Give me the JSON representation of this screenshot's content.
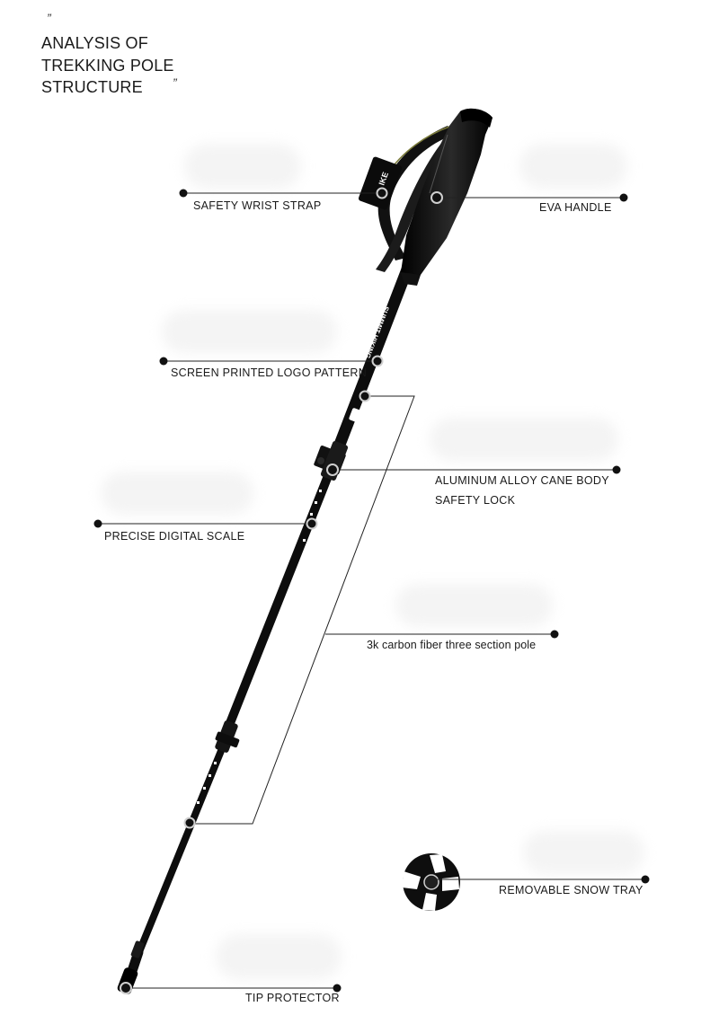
{
  "title": {
    "open_quote": "”",
    "lines": [
      "ANALYSIS OF",
      "TREKKING POLE",
      "STRUCTURE"
    ],
    "close_quote": "”"
  },
  "labels": {
    "wrist_strap": "SAFETY  WRIST STRAP",
    "eva_handle": "EVA HANDLE",
    "logo_pattern": "SCREEN PRINTED LOGO PATTERN",
    "cane_body": "ALUMINUM ALLOY CANE BODY",
    "safety_lock": "SAFETY LOCK",
    "digital_scale": "PRECISE DIGITAL SCALE",
    "carbon_pole": "3k carbon fiber three section pole",
    "snow_tray": "REMOVABLE SNOW TRAY",
    "tip_protector": "TIP PROTECTOR"
  },
  "pole_print": {
    "grip_brand": "IKE",
    "shaft_text": "SUMMIT HIKING"
  },
  "colors": {
    "pole": "#0d0d0d",
    "leader_line": "#222222",
    "marker_ring": "#cfcfcf",
    "text": "#1a1a1a",
    "accent_olive": "#7a7a3a"
  }
}
